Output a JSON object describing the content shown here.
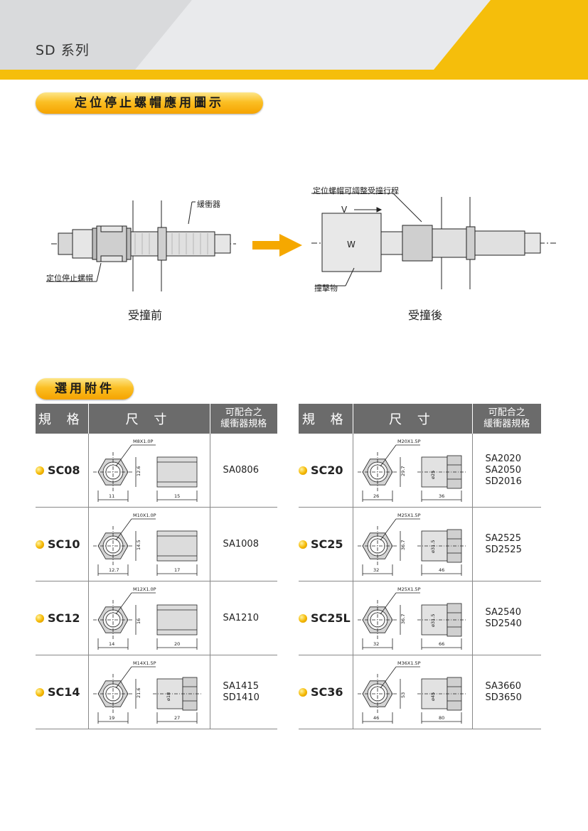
{
  "header": {
    "series": "SD  系列"
  },
  "section1": {
    "title": "定位停止螺帽應用圖示",
    "before": {
      "caption": "受撞前",
      "label_buffer": "緩衝器",
      "label_nut": "定位停止螺帽"
    },
    "after": {
      "caption": "受撞後",
      "label_adjust": "定位螺帽可調整受撞行程",
      "velocity": "V",
      "weight": "W",
      "label_object": "撞擊物"
    }
  },
  "section2": {
    "title": "選用附件",
    "headers": {
      "spec": "規 格",
      "size": "尺 寸",
      "compat_line1": "可配合之",
      "compat_line2": "緩衝器規格"
    },
    "left_rows": [
      {
        "model": "SC08",
        "thread": "M8X1.0P",
        "hex": "11",
        "len": "15",
        "h": "12.6",
        "d": "",
        "compat": [
          "SA0806"
        ]
      },
      {
        "model": "SC10",
        "thread": "M10X1.0P",
        "hex": "12.7",
        "len": "17",
        "h": "14.5",
        "d": "",
        "compat": [
          "SA1008"
        ]
      },
      {
        "model": "SC12",
        "thread": "M12X1.0P",
        "hex": "14",
        "len": "20",
        "h": "16",
        "d": "",
        "compat": [
          "SA1210"
        ]
      },
      {
        "model": "SC14",
        "thread": "M14X1.5P",
        "hex": "19",
        "len": "27",
        "h": "21.6",
        "d": "ø18",
        "compat": [
          "SA1415",
          "SD1410"
        ]
      }
    ],
    "right_rows": [
      {
        "model": "SC20",
        "thread": "M20X1.5P",
        "hex": "26",
        "len": "36",
        "h": "29.7",
        "d": "ø25",
        "compat": [
          "SA2020",
          "SA2050",
          "SD2016"
        ]
      },
      {
        "model": "SC25",
        "thread": "M25X1.5P",
        "hex": "32",
        "len": "46",
        "h": "36.7",
        "d": "ø31.5",
        "compat": [
          "SA2525",
          "SD2525"
        ]
      },
      {
        "model": "SC25L",
        "thread": "M25X1.5P",
        "hex": "32",
        "len": "66",
        "h": "36.7",
        "d": "ø31.5",
        "compat": [
          "SA2540",
          "SD2540"
        ]
      },
      {
        "model": "SC36",
        "thread": "M36X1.5P",
        "hex": "46",
        "len": "80",
        "h": "53",
        "d": "ø45",
        "compat": [
          "SA3660",
          "SD3650"
        ]
      }
    ]
  },
  "colors": {
    "yellow": "#f5b800",
    "header_gray": "#6b6b6b",
    "arrow": "#f5a800"
  }
}
